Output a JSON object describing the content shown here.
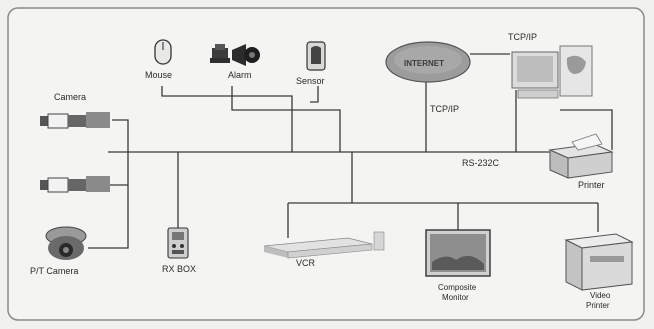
{
  "labels": {
    "mouse": "Mouse",
    "alarm": "Alarm",
    "sensor": "Sensor",
    "internet": "INTERNET",
    "tcpip_top": "TCP/IP",
    "tcpip_mid": "TCP/IP",
    "camera": "Camera",
    "rs232c": "RS-232C",
    "printer": "Printer",
    "pt_camera": "P/T Camera",
    "rx_box": "RX BOX",
    "vcr": "VCR",
    "composite_monitor_line1": "Composite",
    "composite_monitor_line2": "Monitor",
    "video_printer_line1": "Video",
    "video_printer_line2": "Printer"
  },
  "icons": {
    "mouse": "mouse-icon",
    "alarm": "alarm-speaker-icon",
    "sensor": "sensor-icon",
    "internet": "cloud-internet-icon",
    "pc": "desktop-computer-icon",
    "camera": "bullet-camera-icon",
    "pt_camera": "dome-camera-icon",
    "rx_box": "rx-box-icon",
    "vcr": "vcr-icon",
    "monitor": "monitor-icon",
    "printer": "printer-icon",
    "video_printer": "video-printer-icon"
  },
  "colors": {
    "background": "#f1f1ef",
    "frame": "#8a8a8a",
    "wire": "#3a3a3a",
    "internet_fill": "#9c9c9c"
  }
}
